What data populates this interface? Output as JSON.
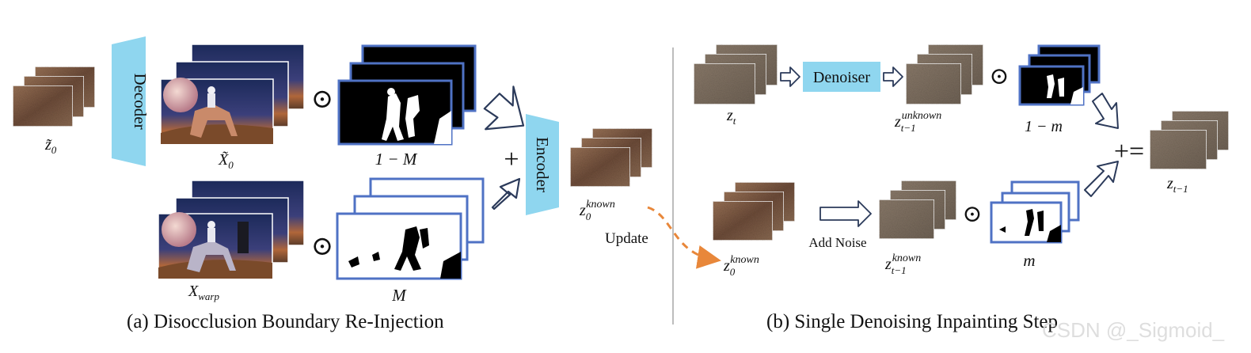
{
  "colors": {
    "module_fill": "#8fd6ef",
    "mask_border": "#4f72c4",
    "dashed_arrow": "#e8873a",
    "divider": "#bdbdbd",
    "latent": "#7a5a44",
    "noise": "#7f7060",
    "scene_sky": "#23356b"
  },
  "panel_a": {
    "decoder": "Decoder",
    "encoder": "Encoder",
    "z0_tilde_label": "z̃",
    "z0_tilde_sub": "0",
    "x0_tilde_label": "X̃",
    "x0_tilde_sub": "0",
    "one_minus_M": "1  −  M",
    "x_warp_label": "X",
    "x_warp_sub": "warp",
    "M_label": "M",
    "odot": "⊙",
    "plus": "+",
    "z0_known_label": "z",
    "z0_known_sub": "0",
    "z0_known_sup": "known",
    "update": "Update",
    "caption": "(a) Disocclusion Boundary Re-Injection"
  },
  "panel_b": {
    "zt_label": "z",
    "zt_sub": "t",
    "denoiser": "Denoiser",
    "z_unknown_label": "z",
    "z_unknown_sub": "t−1",
    "z_unknown_sup": "unknown",
    "one_minus_m": "1 − m",
    "z0_known_label": "z",
    "z0_known_sub": "0",
    "z0_known_sup": "known",
    "add_noise": "Add Noise",
    "z_known_label": "z",
    "z_known_sub": "t−1",
    "z_known_sup": "known",
    "m_label": "m",
    "odot": "⊙",
    "plus_eq": "+=",
    "ztm1_label": "z",
    "ztm1_sub": "t−1",
    "caption": "(b) Single Denoising Inpainting Step"
  },
  "watermark": "CSDN @_Sigmoid_"
}
